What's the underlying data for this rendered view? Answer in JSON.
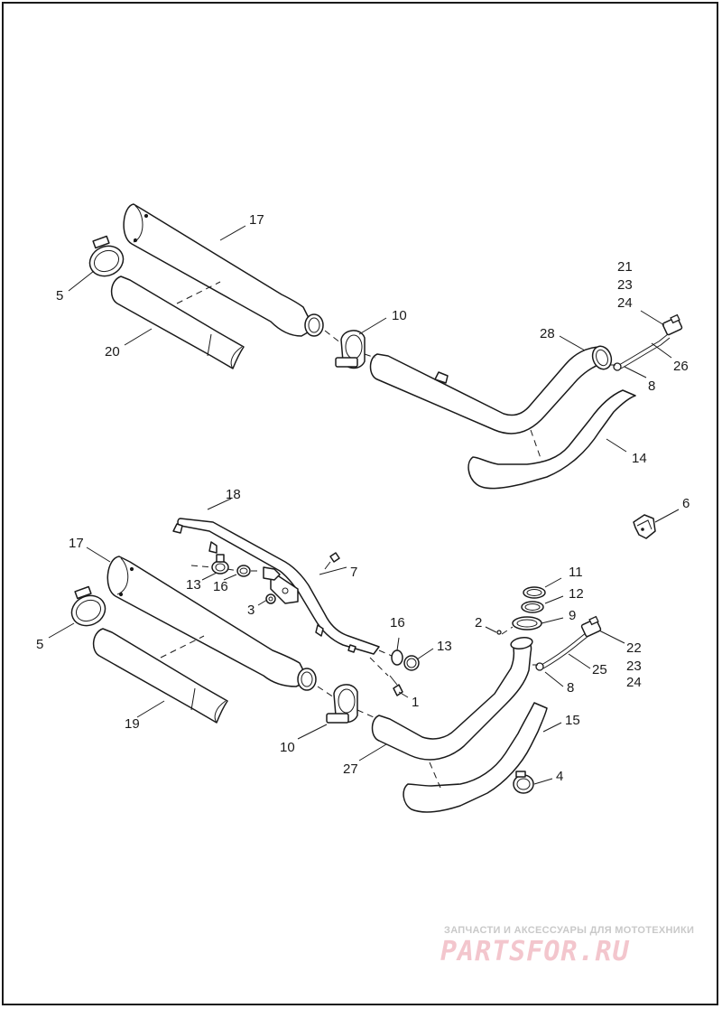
{
  "figure": {
    "callouts": {
      "c17a": "17",
      "c5a": "5",
      "c20": "20",
      "c10a": "10",
      "c28": "28",
      "c21": "21",
      "c23a": "23",
      "c24a": "24",
      "c26": "26",
      "c8a": "8",
      "c14": "14",
      "c18": "18",
      "c6": "6",
      "c17b": "17",
      "c7": "7",
      "c13a": "13",
      "c16a": "16",
      "c3": "3",
      "c5b": "5",
      "c11": "11",
      "c12": "12",
      "c2": "2",
      "c9": "9",
      "c16b": "16",
      "c13b": "13",
      "c22": "22",
      "c23b": "23",
      "c24b": "24",
      "c25": "25",
      "c1": "1",
      "c8b": "8",
      "c19": "19",
      "c15": "15",
      "c10b": "10",
      "c27": "27",
      "c4": "4"
    }
  },
  "watermark": {
    "tagline": "ЗАПЧАСТИ И АКСЕССУАРЫ ДЛЯ МОТОТЕХНИКИ",
    "logo": "PARTSFOR.RU"
  }
}
